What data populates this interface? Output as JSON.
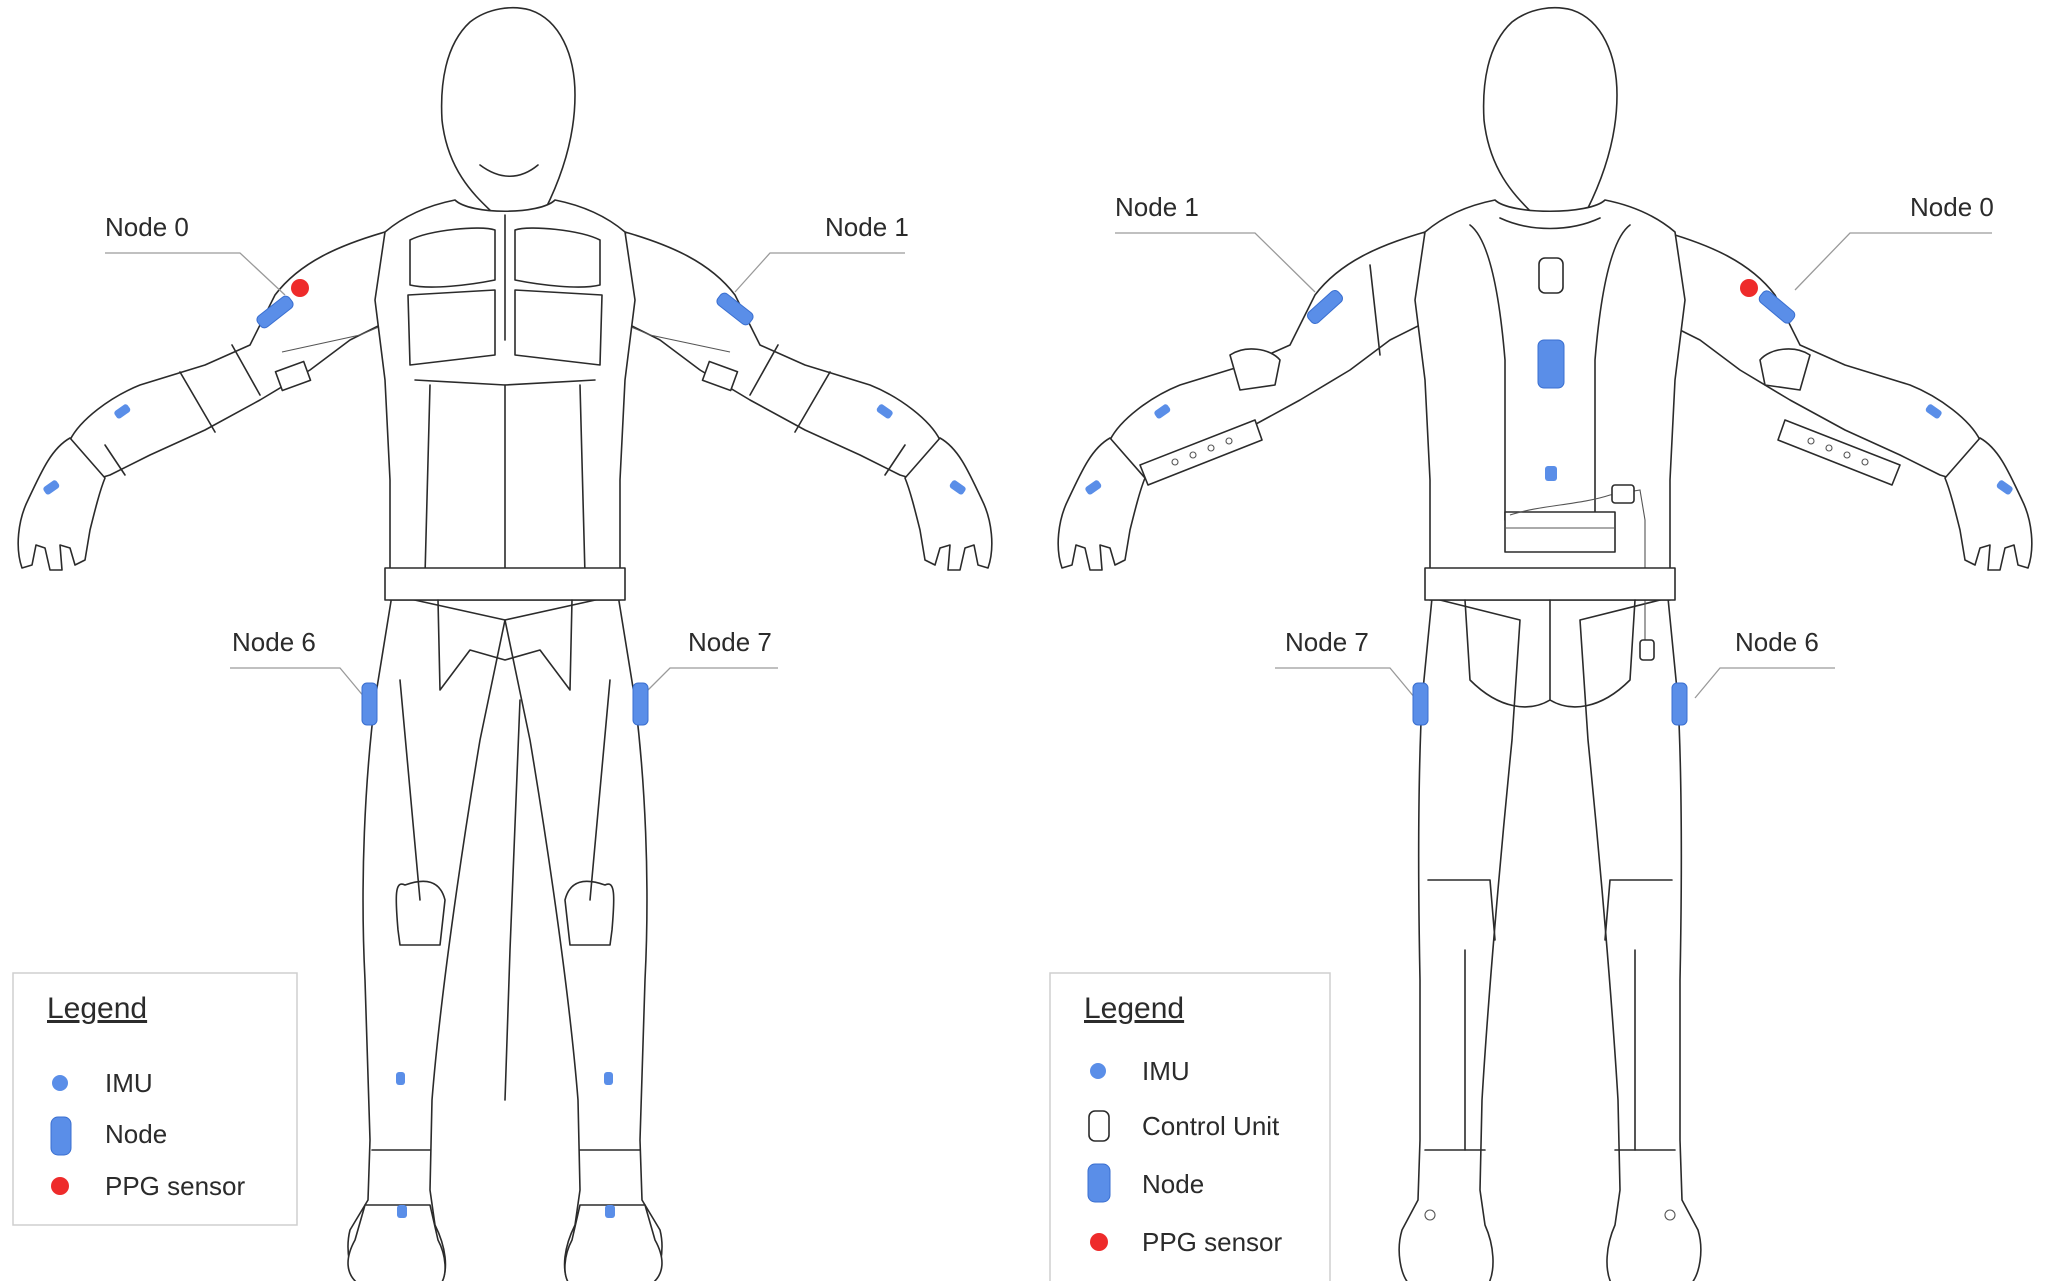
{
  "colors": {
    "imu": "#5a8ee8",
    "node": "#5a8ee8",
    "ppg": "#ee2b2b",
    "outline": "#2b2b2b"
  },
  "front": {
    "labels": {
      "node0": "Node 0",
      "node1": "Node 1",
      "node6": "Node 6",
      "node7": "Node 7"
    },
    "legend": {
      "title": "Legend",
      "imu": "IMU",
      "node": "Node",
      "ppg": "PPG sensor"
    }
  },
  "back": {
    "labels": {
      "node1": "Node 1",
      "node0": "Node 0",
      "node7": "Node 7",
      "node6": "Node 6"
    },
    "legend": {
      "title": "Legend",
      "imu": "IMU",
      "control_unit": "Control Unit",
      "node": "Node",
      "ppg": "PPG sensor"
    }
  }
}
